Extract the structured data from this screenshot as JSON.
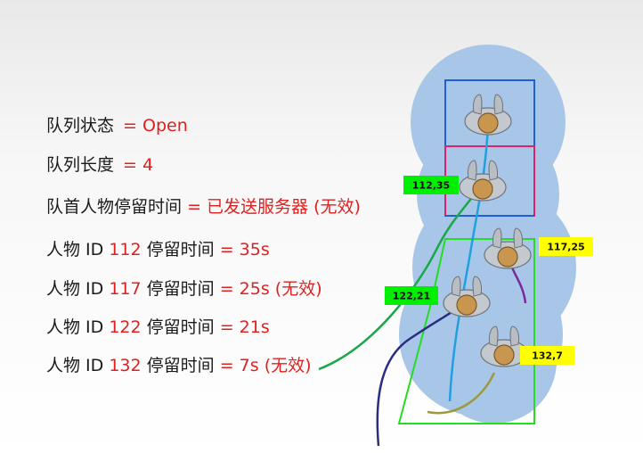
{
  "info": {
    "queue_status": {
      "label": "队列状态",
      "eq": "=",
      "value": "Open"
    },
    "queue_length": {
      "label": "队列长度",
      "eq": "=",
      "value": "4"
    },
    "head_dwell": {
      "label": "队首人物停留时间",
      "eq": "=",
      "value": "已发送服务器 (无效)"
    },
    "persons": [
      {
        "prefix": "人物 ID",
        "id": "112",
        "middle": "停留时间",
        "eq": "=",
        "value": "35s"
      },
      {
        "prefix": "人物 ID",
        "id": "117",
        "middle": "停留时间",
        "eq": "=",
        "value": "25s (无效)"
      },
      {
        "prefix": "人物 ID",
        "id": "122",
        "middle": "停留时间",
        "eq": "=",
        "value": "21s"
      },
      {
        "prefix": "人物 ID",
        "id": "132",
        "middle": "停留时间",
        "eq": "=",
        "value": "7s (无效)"
      }
    ]
  },
  "tags": [
    {
      "text": "112,35",
      "color": "#00ee00"
    },
    {
      "text": "117,25",
      "color": "#ffff00"
    },
    {
      "text": "122,21",
      "color": "#00ee00"
    },
    {
      "text": "132,7",
      "color": "#ffff00"
    }
  ],
  "colors": {
    "text_red": "#e02020",
    "area_blue": "#a8c6e8",
    "box_blue": "#1f5fd0",
    "box_magenta": "#e0206a",
    "box_green": "#22dd22"
  }
}
